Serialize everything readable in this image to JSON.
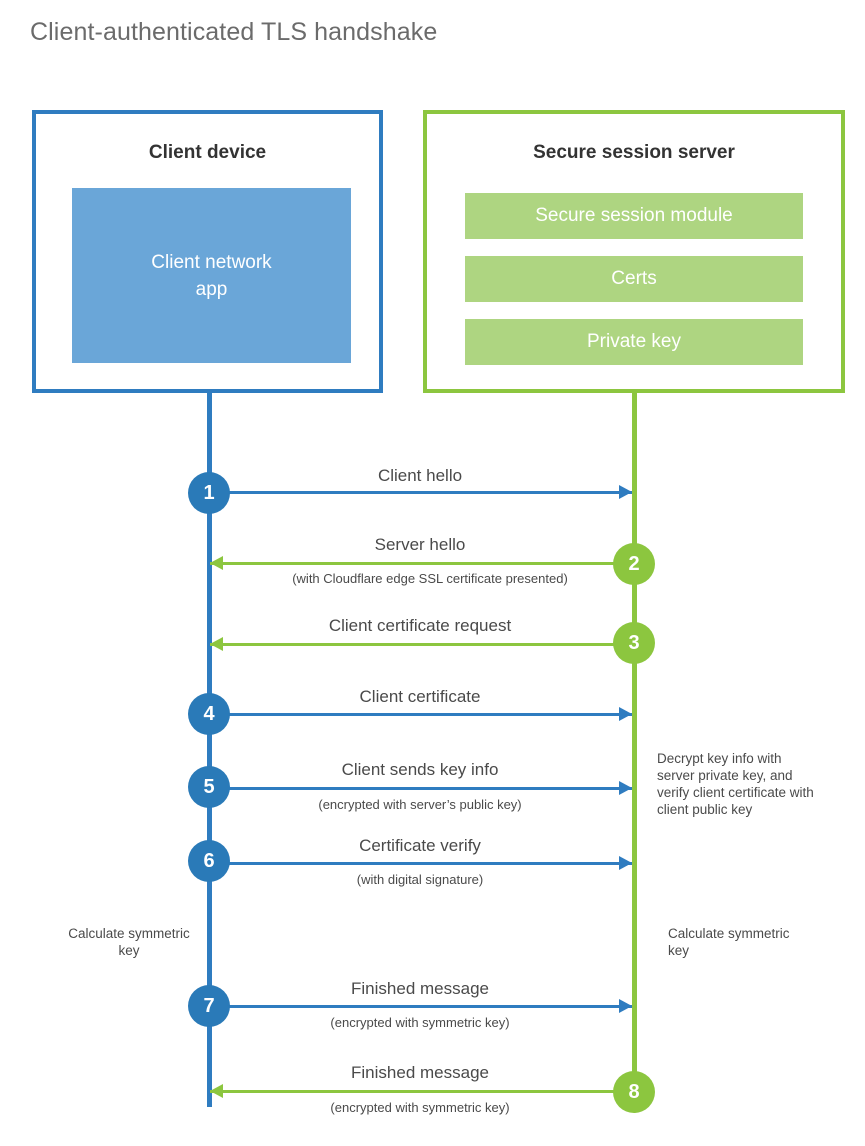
{
  "title": "Client-authenticated TLS handshake",
  "actors": {
    "client": {
      "title": "Client device",
      "block": "Client network\napp",
      "block_line1": "Client network",
      "block_line2": "app",
      "color": "#2f7cc0",
      "block_color": "#6aa6d8"
    },
    "server": {
      "title": "Secure session server",
      "color": "#8cc63f",
      "bar_color": "#aed581",
      "bars": [
        "Secure session module",
        "Certs",
        "Private key"
      ]
    }
  },
  "steps": [
    {
      "number": "1",
      "label": "Client hello",
      "sub": "",
      "direction": "right",
      "color": "blue"
    },
    {
      "number": "2",
      "label": "Server hello",
      "sub": "(with Cloudflare edge SSL certificate presented)",
      "direction": "left",
      "color": "green"
    },
    {
      "number": "3",
      "label": "Client certificate request",
      "sub": "",
      "direction": "left",
      "color": "green"
    },
    {
      "number": "4",
      "label": "Client certificate",
      "sub": "",
      "direction": "right",
      "color": "blue"
    },
    {
      "number": "5",
      "label": "Client sends key info",
      "sub": "(encrypted with server’s public key)",
      "direction": "right",
      "color": "blue"
    },
    {
      "number": "6",
      "label": "Certificate verify",
      "sub": "(with digital signature)",
      "direction": "right",
      "color": "blue"
    },
    {
      "number": "7",
      "label": "Finished message",
      "sub": "(encrypted with symmetric key)",
      "direction": "right",
      "color": "blue"
    },
    {
      "number": "8",
      "label": "Finished message",
      "sub": "(encrypted with symmetric key)",
      "direction": "left",
      "color": "green"
    }
  ],
  "notes": {
    "decrypt": "Decrypt key info with server private key, and verify client certificate with client public key",
    "client_calculate": "Calculate symmetric key",
    "server_calculate": "Calculate symmetric key"
  }
}
